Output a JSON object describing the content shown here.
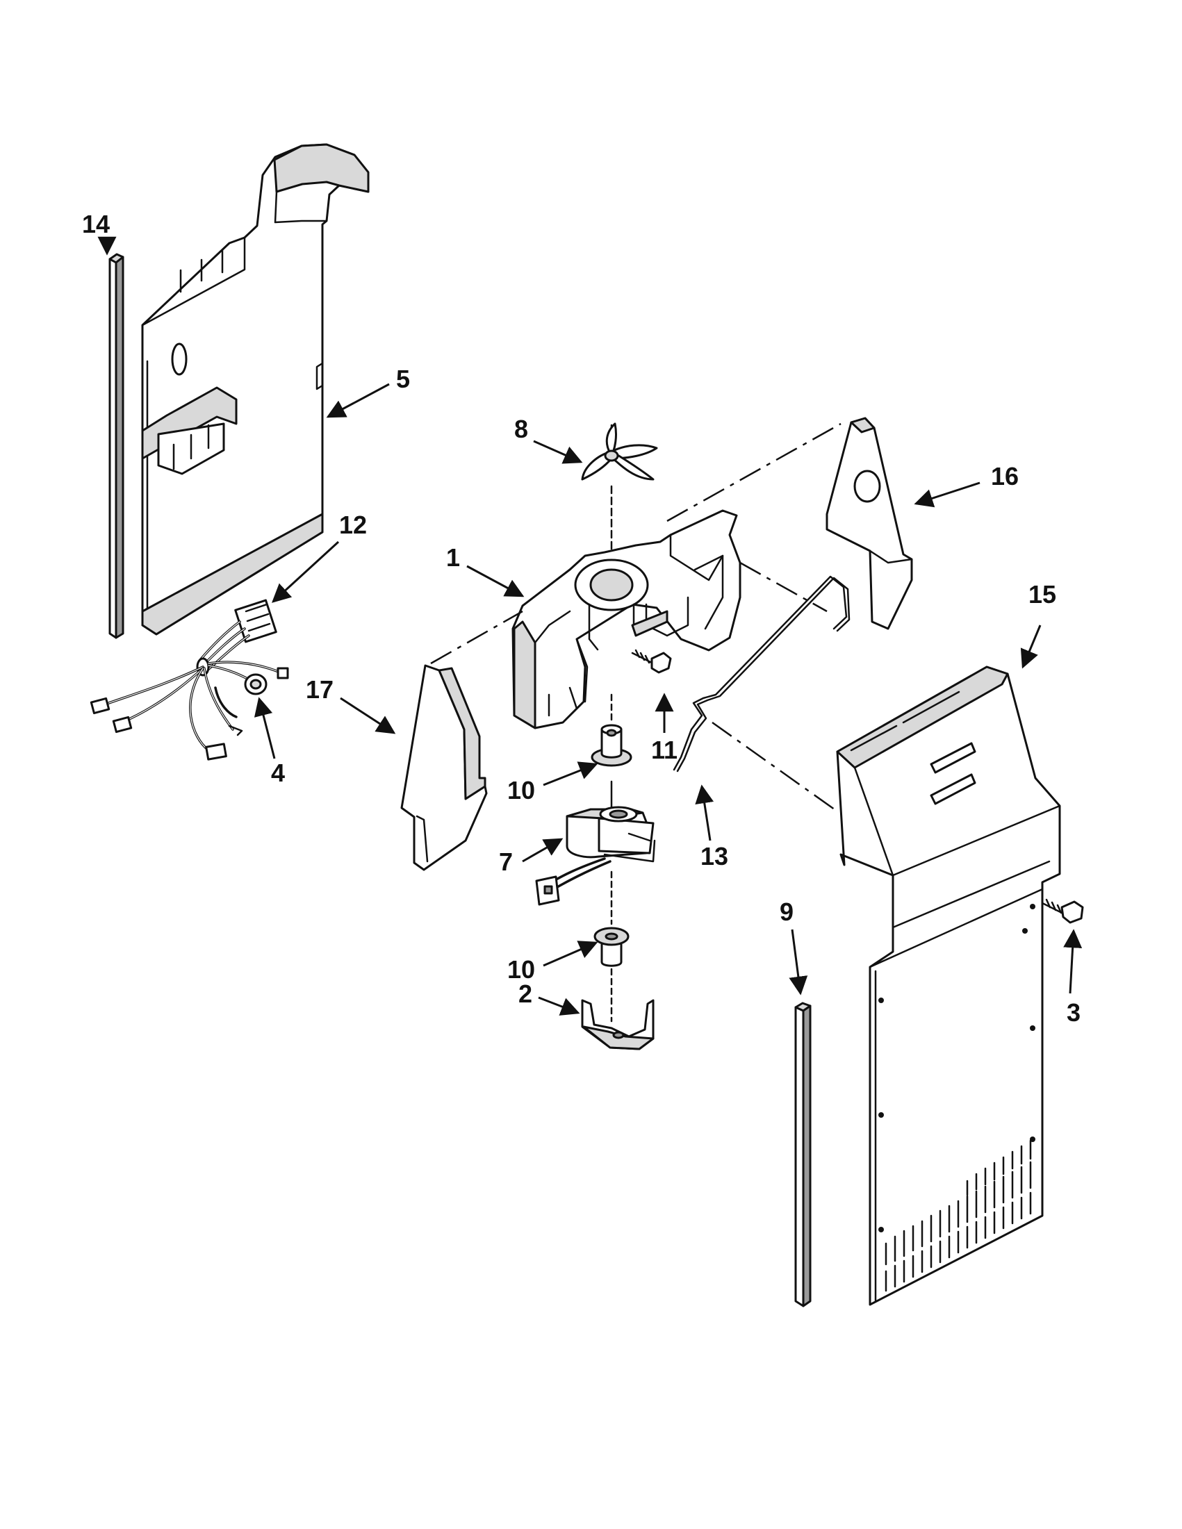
{
  "callouts": [
    {
      "id": "c14",
      "label": "14"
    },
    {
      "id": "c5",
      "label": "5"
    },
    {
      "id": "c12",
      "label": "12"
    },
    {
      "id": "c4",
      "label": "4"
    },
    {
      "id": "c8",
      "label": "8"
    },
    {
      "id": "c1",
      "label": "1"
    },
    {
      "id": "c16",
      "label": "16"
    },
    {
      "id": "c15",
      "label": "15"
    },
    {
      "id": "c17",
      "label": "17"
    },
    {
      "id": "c11",
      "label": "11"
    },
    {
      "id": "c10a",
      "label": "10"
    },
    {
      "id": "c13",
      "label": "13"
    },
    {
      "id": "c7",
      "label": "7"
    },
    {
      "id": "c10b",
      "label": "10"
    },
    {
      "id": "c2",
      "label": "2"
    },
    {
      "id": "c9",
      "label": "9"
    },
    {
      "id": "c3",
      "label": "3"
    }
  ],
  "colors": {
    "ink": "#111111",
    "paper": "#ffffff",
    "shade": "#d9d9d9"
  }
}
